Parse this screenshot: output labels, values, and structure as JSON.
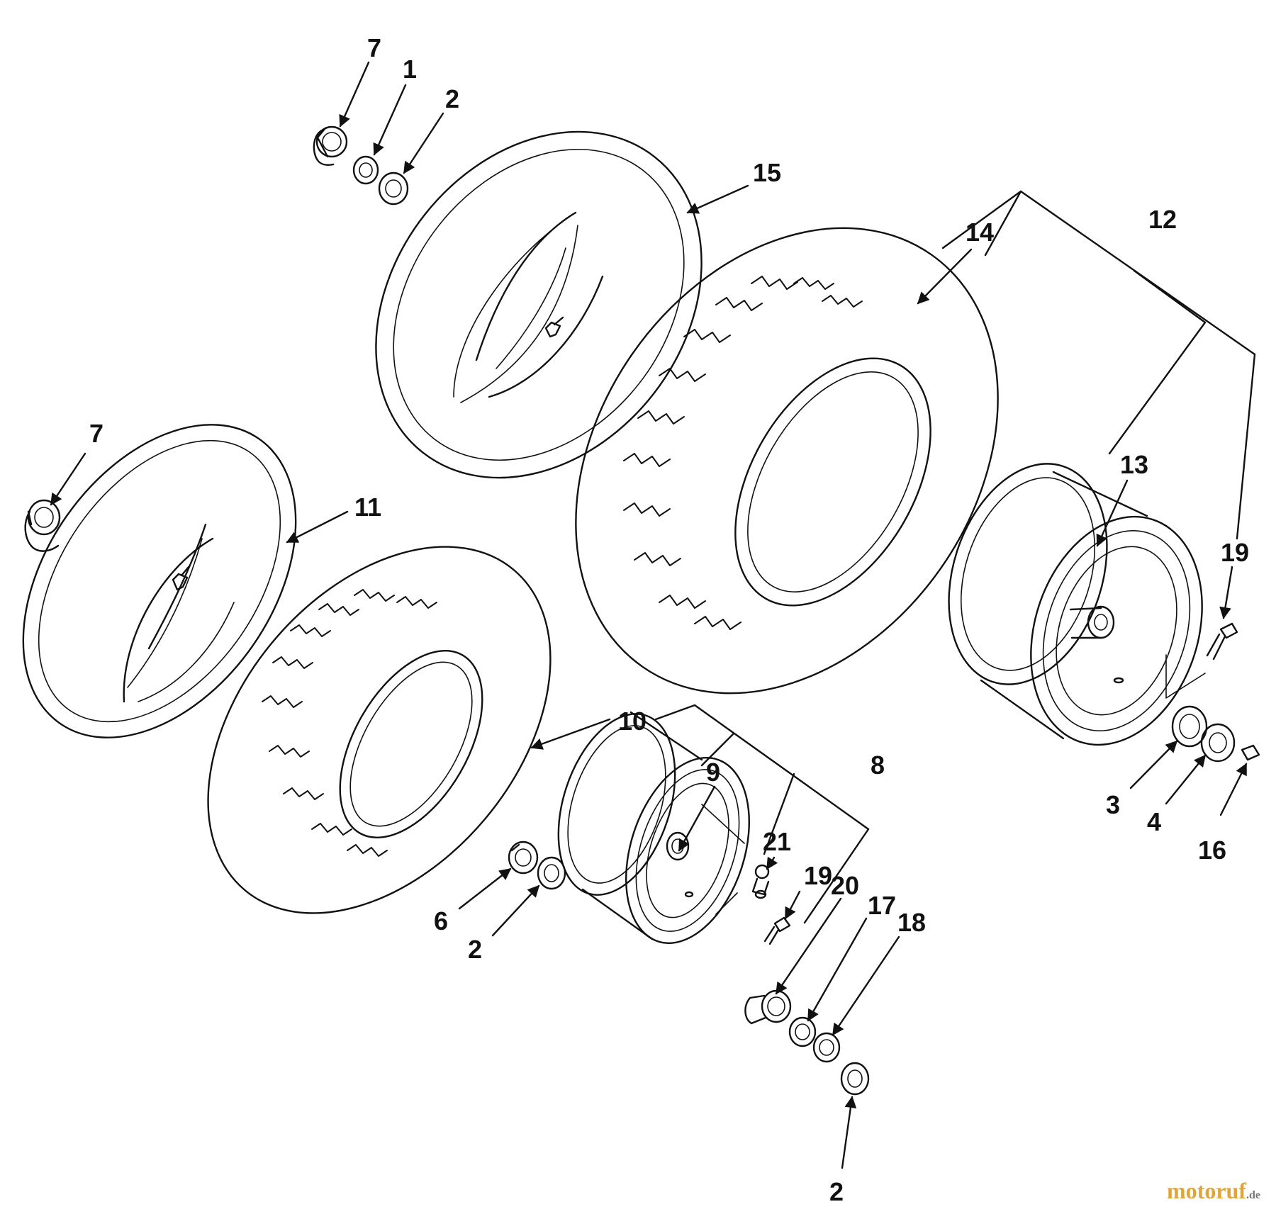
{
  "callouts": [
    {
      "id": "c7a",
      "label": "7"
    },
    {
      "id": "c1",
      "label": "1"
    },
    {
      "id": "c2a",
      "label": "2"
    },
    {
      "id": "c15",
      "label": "15"
    },
    {
      "id": "c14",
      "label": "14"
    },
    {
      "id": "c12",
      "label": "12"
    },
    {
      "id": "c13",
      "label": "13"
    },
    {
      "id": "c19a",
      "label": "19"
    },
    {
      "id": "c7b",
      "label": "7"
    },
    {
      "id": "c11",
      "label": "11"
    },
    {
      "id": "c10",
      "label": "10"
    },
    {
      "id": "c9",
      "label": "9"
    },
    {
      "id": "c8",
      "label": "8"
    },
    {
      "id": "c21",
      "label": "21"
    },
    {
      "id": "c19b",
      "label": "19"
    },
    {
      "id": "c20",
      "label": "20"
    },
    {
      "id": "c17",
      "label": "17"
    },
    {
      "id": "c18",
      "label": "18"
    },
    {
      "id": "c6",
      "label": "6"
    },
    {
      "id": "c2b",
      "label": "2"
    },
    {
      "id": "c3",
      "label": "3"
    },
    {
      "id": "c4",
      "label": "4"
    },
    {
      "id": "c16",
      "label": "16"
    },
    {
      "id": "c2c",
      "label": "2"
    }
  ],
  "watermark": {
    "brand": "motoruf",
    "domain": ".de"
  }
}
